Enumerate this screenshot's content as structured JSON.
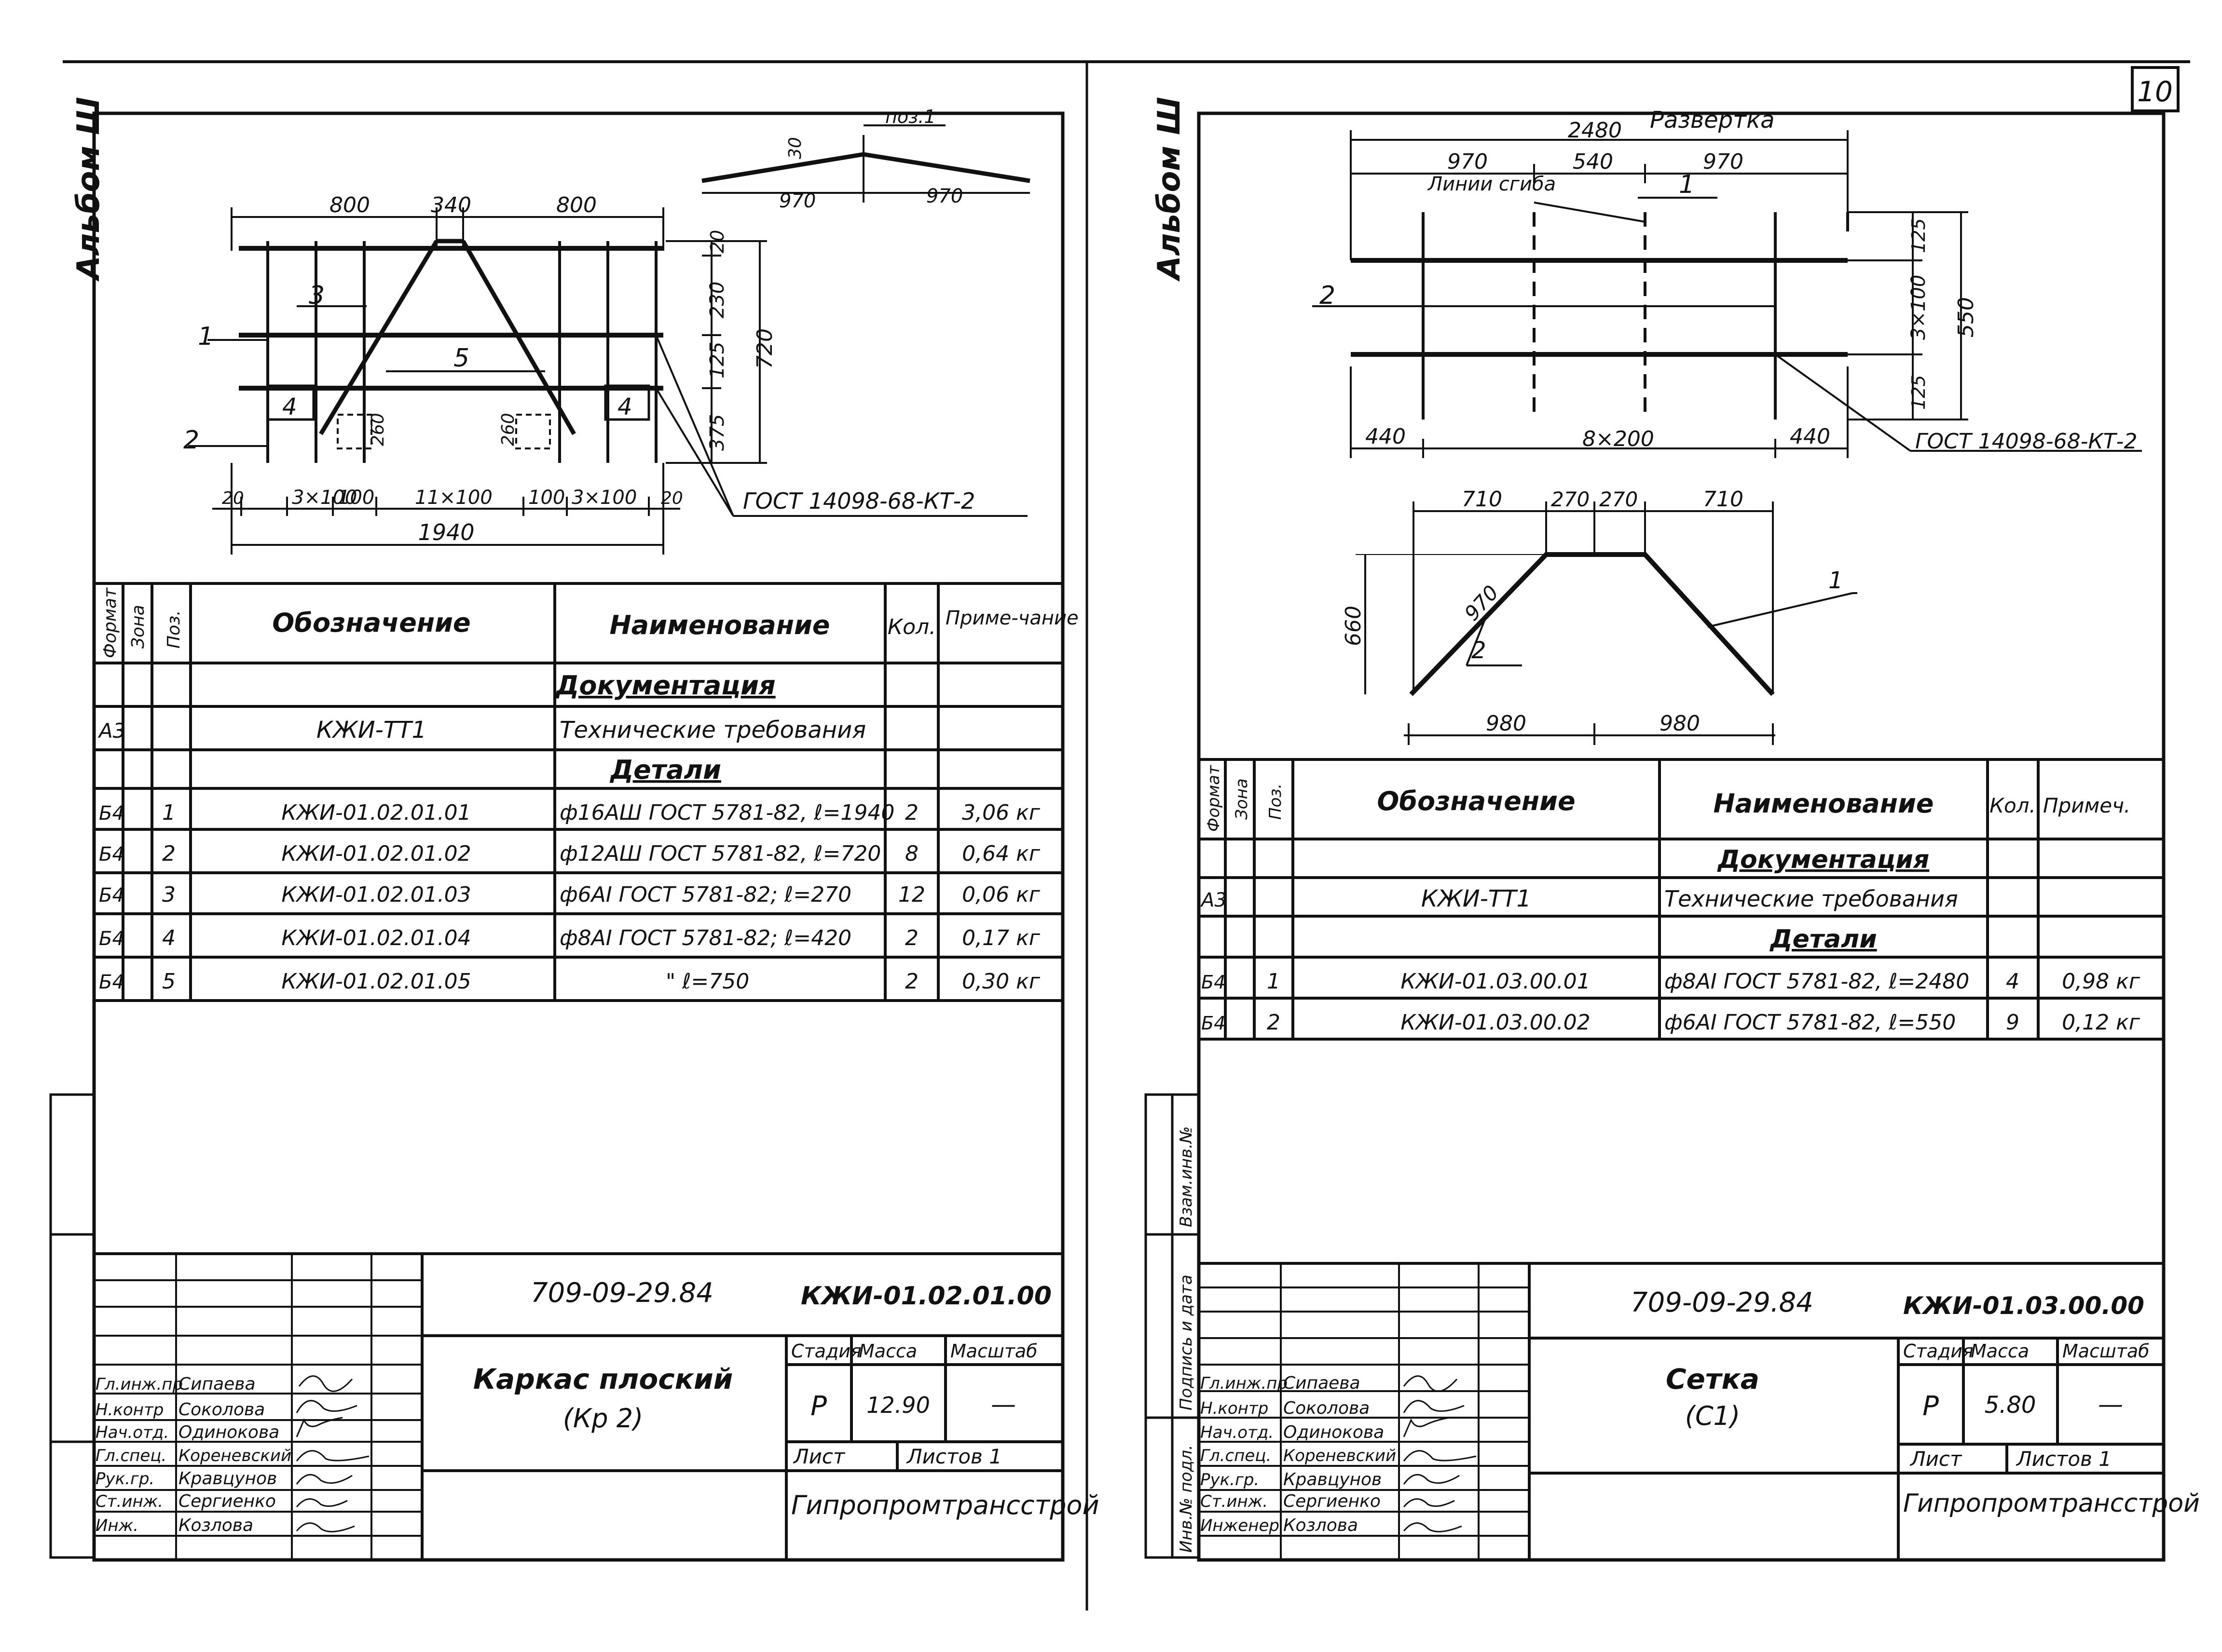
{
  "page_number": "10",
  "album_label": "Альбом Ш",
  "left": {
    "drawing": {
      "dims_top": [
        "800",
        "340",
        "800"
      ],
      "dims_bottom": [
        "20",
        "3×100",
        "100",
        "11×100",
        "100",
        "3×100",
        "20"
      ],
      "total_width": "1940",
      "dims_right": [
        "20",
        "230",
        "125",
        "375",
        "720"
      ],
      "dims_inner": [
        "260",
        "260"
      ],
      "positions": [
        "1",
        "2",
        "3",
        "4",
        "4",
        "5"
      ],
      "gost_ref": "ГОСТ 14098-68-КТ-2",
      "bend_detail": {
        "pos": "поз.1",
        "h": "30",
        "left": "970",
        "right": "970"
      }
    },
    "spec": {
      "headers": {
        "format": "Формат",
        "zone": "Зона",
        "pos": "Поз.",
        "designation": "Обозначение",
        "name": "Наименование",
        "qty": "Кол.",
        "note": "Приме-чание"
      },
      "section_docs": "Документация",
      "section_parts": "Детали",
      "rows": [
        {
          "format": "А3",
          "pos": "",
          "designation": "КЖИ-ТТ1",
          "name": "Технические требования",
          "qty": "",
          "note": ""
        },
        {
          "format": "Б4",
          "pos": "1",
          "designation": "КЖИ-01.02.01.01",
          "name": "ф16АШ ГОСТ 5781-82, ℓ=1940",
          "qty": "2",
          "note": "3,06 кг"
        },
        {
          "format": "Б4",
          "pos": "2",
          "designation": "КЖИ-01.02.01.02",
          "name": "ф12АШ ГОСТ 5781-82, ℓ=720",
          "qty": "8",
          "note": "0,64 кг"
        },
        {
          "format": "Б4",
          "pos": "3",
          "designation": "КЖИ-01.02.01.03",
          "name": "ф6АI ГОСТ 5781-82; ℓ=270",
          "qty": "12",
          "note": "0,06 кг"
        },
        {
          "format": "Б4",
          "pos": "4",
          "designation": "КЖИ-01.02.01.04",
          "name": "ф8АI ГОСТ 5781-82; ℓ=420",
          "qty": "2",
          "note": "0,17 кг"
        },
        {
          "format": "Б4",
          "pos": "5",
          "designation": "КЖИ-01.02.01.05",
          "name": "\"          ℓ=750",
          "qty": "2",
          "note": "0,30 кг"
        }
      ]
    },
    "title_block": {
      "project": "709-09-29.84",
      "code": "КЖИ-01.02.01.00",
      "title_line1": "Каркас плоский",
      "title_line2": "(Кр 2)",
      "stage_label": "Стадия",
      "mass_label": "Масса",
      "scale_label": "Масштаб",
      "stage": "Р",
      "mass": "12.90",
      "scale": "—",
      "sheet_label": "Лист",
      "sheets_label": "Листов 1",
      "org": "Гипропромтрансстрой",
      "staff": [
        {
          "role": "Гл.инж.пр",
          "name": "Сипаева"
        },
        {
          "role": "Н.контр",
          "name": "Соколова"
        },
        {
          "role": "Нач.отд.",
          "name": "Одинокова"
        },
        {
          "role": "Гл.спец.",
          "name": "Кореневский"
        },
        {
          "role": "Рук.гр.",
          "name": "Кравцунов"
        },
        {
          "role": "Ст.инж.",
          "name": "Сергиенко"
        },
        {
          "role": "Инж.",
          "name": "Козлова"
        }
      ]
    }
  },
  "right": {
    "drawing": {
      "razvertka": "Развертка",
      "dim_total": "2480",
      "dims_top": [
        "970",
        "540",
        "970"
      ],
      "label_bend": "Линии сгиба",
      "dims_right": [
        "125",
        "3×100",
        "125",
        "550"
      ],
      "dims_bottom": [
        "440",
        "8×200",
        "440"
      ],
      "gost_ref": "ГОСТ 14098-68-КТ-2",
      "positions": [
        "1",
        "2",
        "1",
        "2"
      ],
      "shape_dims_top": [
        "710",
        "270",
        "270",
        "710"
      ],
      "shape_height": "660",
      "shape_slope": "970",
      "shape_bottom": [
        "980",
        "980"
      ]
    },
    "spec": {
      "headers": {
        "format": "Формат",
        "zone": "Зона",
        "pos": "Поз.",
        "designation": "Обозначение",
        "name": "Наименование",
        "qty": "Кол.",
        "note": "Примеч."
      },
      "section_docs": "Документация",
      "section_parts": "Детали",
      "rows": [
        {
          "format": "А3",
          "pos": "",
          "designation": "КЖИ-ТТ1",
          "name": "Технические требования",
          "qty": "",
          "note": ""
        },
        {
          "format": "Б4",
          "pos": "1",
          "designation": "КЖИ-01.03.00.01",
          "name": "ф8АI ГОСТ 5781-82, ℓ=2480",
          "qty": "4",
          "note": "0,98 кг"
        },
        {
          "format": "Б4",
          "pos": "2",
          "designation": "КЖИ-01.03.00.02",
          "name": "ф6АI ГОСТ 5781-82, ℓ=550",
          "qty": "9",
          "note": "0,12 кг"
        }
      ]
    },
    "side_stamps": [
      "Инв.№ подл.",
      "Подпись и дата",
      "Взам.инв.№"
    ],
    "title_block": {
      "project": "709-09-29.84",
      "code": "КЖИ-01.03.00.00",
      "title_line1": "Сетка",
      "title_line2": "(С1)",
      "stage_label": "Стадия",
      "mass_label": "Масса",
      "scale_label": "Масштаб",
      "stage": "Р",
      "mass": "5.80",
      "scale": "—",
      "sheet_label": "Лист",
      "sheets_label": "Листов 1",
      "org": "Гипропромтрансстрой",
      "staff": [
        {
          "role": "Гл.инж.пр",
          "name": "Сипаева"
        },
        {
          "role": "Н.контр",
          "name": "Соколова"
        },
        {
          "role": "Нач.отд.",
          "name": "Одинокова"
        },
        {
          "role": "Гл.спец.",
          "name": "Кореневский"
        },
        {
          "role": "Рук.гр.",
          "name": "Кравцунов"
        },
        {
          "role": "Ст.инж.",
          "name": "Сергиенко"
        },
        {
          "role": "Инженер",
          "name": "Козлова"
        }
      ]
    }
  }
}
